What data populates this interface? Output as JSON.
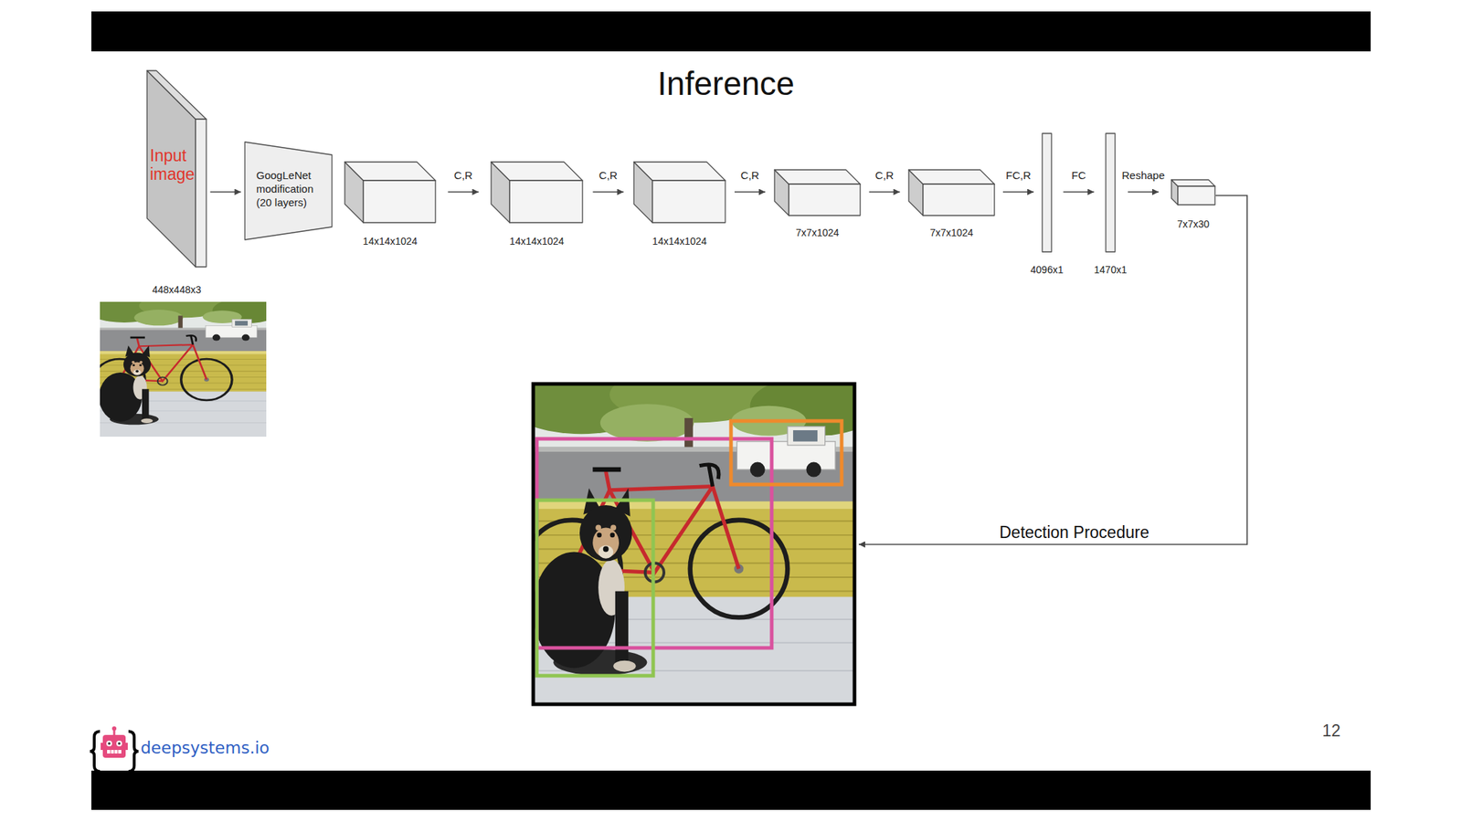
{
  "diagram": {
    "title": "Inference",
    "nodes": [
      {
        "text": [
          "Input image",
          "448x448x3"
        ]
      },
      {
        "text": [
          "GoogLeNet modification (20 layers)"
        ]
      },
      {
        "text": [
          "14x14x1024"
        ]
      },
      {
        "text": [
          "14x14x1024"
        ]
      },
      {
        "text": [
          "14x14x1024"
        ]
      },
      {
        "text": [
          "7x7x1024"
        ]
      },
      {
        "text": [
          "7x7x1024"
        ]
      },
      {
        "text": [
          "4096x1"
        ]
      },
      {
        "text": [
          "1470x1"
        ]
      },
      {
        "text": [
          "7x7x30"
        ]
      }
    ],
    "edges": [
      {
        "from": 0,
        "to": 1,
        "arrow": "to"
      },
      {
        "from": 2,
        "to": 3,
        "label": "C,R",
        "arrow": "to"
      },
      {
        "from": 3,
        "to": 4,
        "label": "C,R",
        "arrow": "to"
      },
      {
        "from": 4,
        "to": 5,
        "label": "C,R",
        "arrow": "to"
      },
      {
        "from": 5,
        "to": 6,
        "label": "C,R",
        "arrow": "to"
      },
      {
        "from": 6,
        "to": 7,
        "label": "FC,R",
        "arrow": "to"
      },
      {
        "from": 7,
        "to": 8,
        "label": "FC",
        "arrow": "to"
      },
      {
        "from": 8,
        "to": 9,
        "label": "Reshape",
        "arrow": "to"
      }
    ],
    "labels": [
      "Detection Procedure",
      "deepsystems.io",
      "12"
    ]
  }
}
